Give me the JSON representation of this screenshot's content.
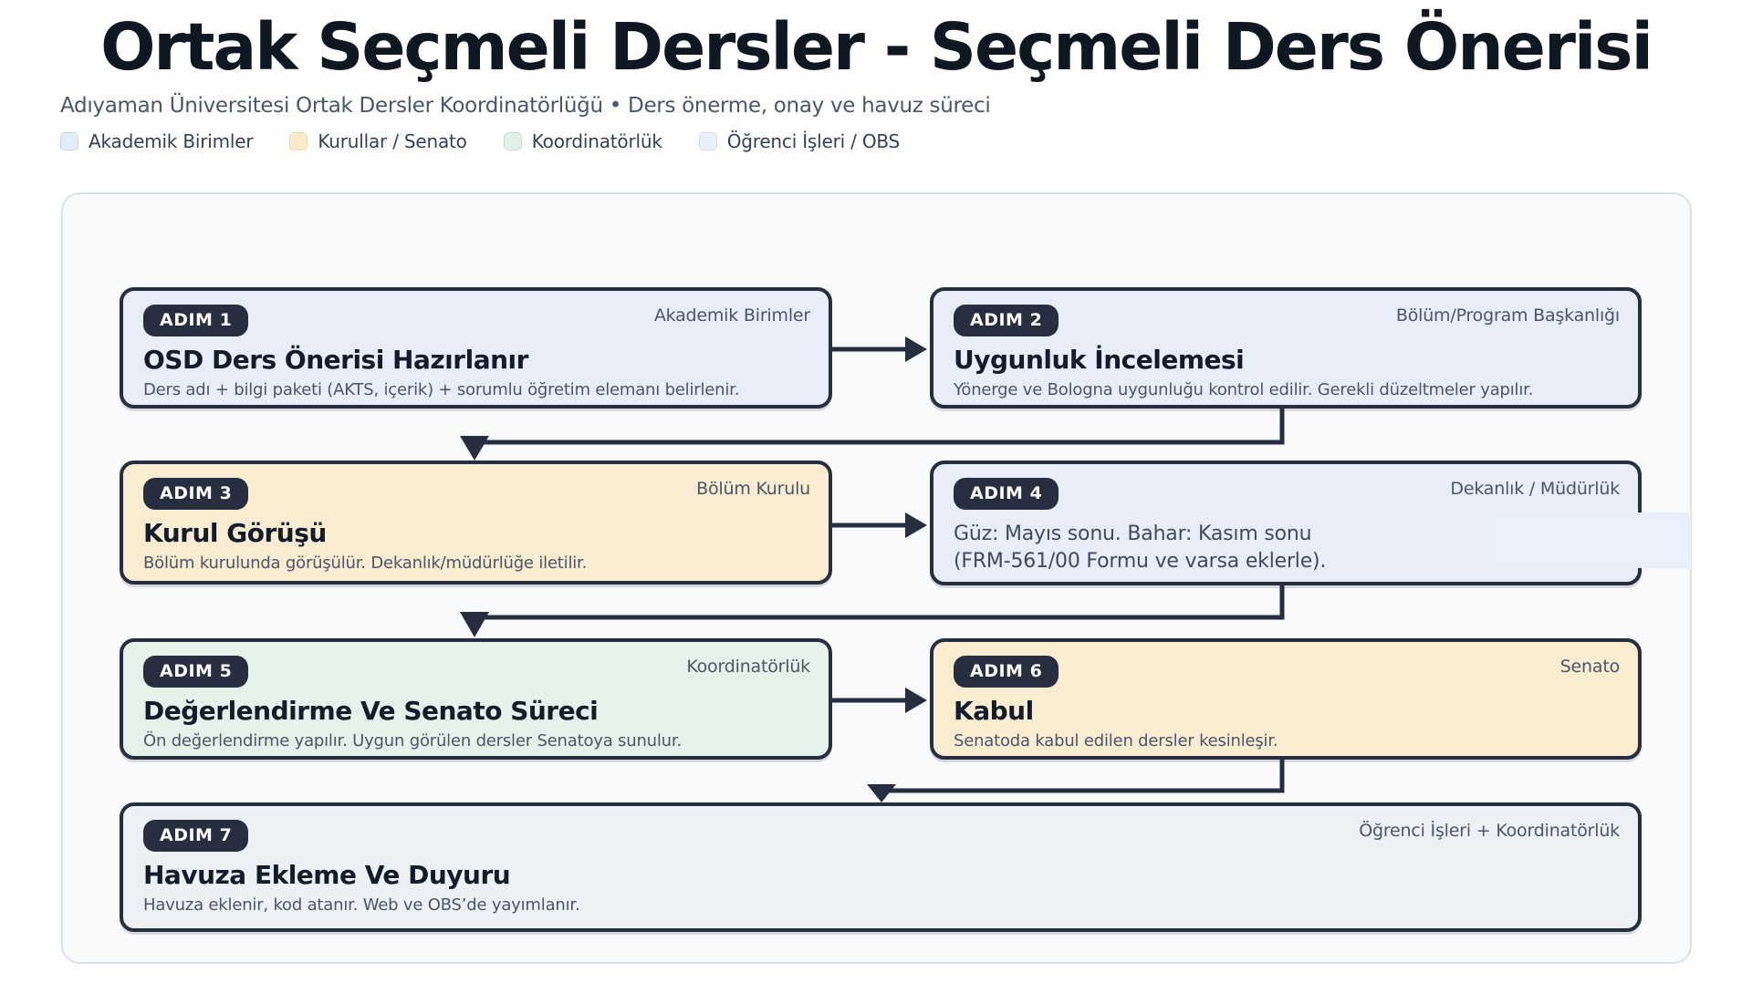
{
  "page": {
    "title": "Ortak Seçmeli Dersler - Seçmeli Ders Önerisi",
    "subtitle": "Adıyaman Üniversitesi Ortak Dersler Koordinatörlüğü • Ders önerme, onay ve havuz süreci"
  },
  "legend": {
    "items": [
      {
        "label": "Akademik Birimler",
        "fill": "#e3ecf9",
        "border": "#c3d2ee",
        "swatch_style": "background:#e3ecf9;border-color:#c3d2ee"
      },
      {
        "label": "Kurullar / Senato",
        "fill": "#faeccb",
        "border": "#ecd8ab",
        "swatch_style": "background:#faeccb;border-color:#ecd8ab"
      },
      {
        "label": "Koordinatörlük",
        "fill": "#e2f1e8",
        "border": "#c4dfd0",
        "swatch_style": "background:#e2f1e8;border-color:#c4dfd0"
      },
      {
        "label": "Öğrenci İşleri / OBS",
        "fill": "#e9f0fb",
        "border": "#cddbf2",
        "swatch_style": "background:#e9f0fb;border-color:#cddbf2"
      }
    ]
  },
  "palette": {
    "outline": "#272e3f",
    "canvas_bg": "#f8fafc",
    "canvas_border": "#d9e0ed",
    "title_text": "#0f1722",
    "muted_text": "#4a5568"
  },
  "steps": [
    {
      "badge": "ADIM 1",
      "actor": "Akademik Birimler",
      "title": "OSD Ders Önerisi Hazırlanır",
      "desc": "Ders adı + bilgi paketi (AKTS, içerik) + sorumlu öğretim elemanı belirlenir.",
      "fill": "#e8edf9",
      "box_style": "background:#e8edf9"
    },
    {
      "badge": "ADIM 2",
      "actor": "Bölüm/Program Başkanlığı",
      "title": "Uygunluk İncelemesi",
      "desc": "Yönerge ve Bologna uygunluğu kontrol edilir. Gerekli düzeltmeler yapılır.",
      "fill": "#e8edf9",
      "box_style": "background:#e8edf9"
    },
    {
      "badge": "ADIM 3",
      "actor": "Bölüm Kurulu",
      "title": "Kurul Görüşü",
      "desc": "Bölüm kurulunda görüşülür. Dekanlık/müdürlüğe iletilir.",
      "fill": "#faecd1",
      "box_style": "background:#faecd1"
    },
    {
      "badge": "ADIM 4",
      "actor": "Dekanlık / Müdürlük",
      "title": "",
      "desc_line1": "Güz: Mayıs sonu. Bahar: Kasım sonu",
      "desc_line2": "(FRM-561/00 Formu ve varsa eklerle).",
      "fill": "#e8edf9",
      "box_style": "background:#e8edf9"
    },
    {
      "badge": "ADIM 5",
      "actor": "Koordinatörlük",
      "title": "Değerlendirme Ve Senato Süreci",
      "desc": "Ön değerlendirme yapılır. Uygun görülen dersler Senatoya sunulur.",
      "fill": "#e4f2ea",
      "box_style": "background:#e4f2ea"
    },
    {
      "badge": "ADIM 6",
      "actor": "Senato",
      "title": "Kabul",
      "desc": "Senatoda kabul edilen dersler kesinleşir.",
      "fill": "#faecd1",
      "box_style": "background:#faecd1"
    },
    {
      "badge": "ADIM 7",
      "actor": "Öğrenci İşleri + Koordinatörlük",
      "title": "Havuza Ekleme Ve Duyuru",
      "desc": "Havuza eklenir, kod atanır. Web ve OBS’de yayımlanır.",
      "fill": "#edf1f6",
      "box_style": "background:#edf1f6"
    }
  ]
}
